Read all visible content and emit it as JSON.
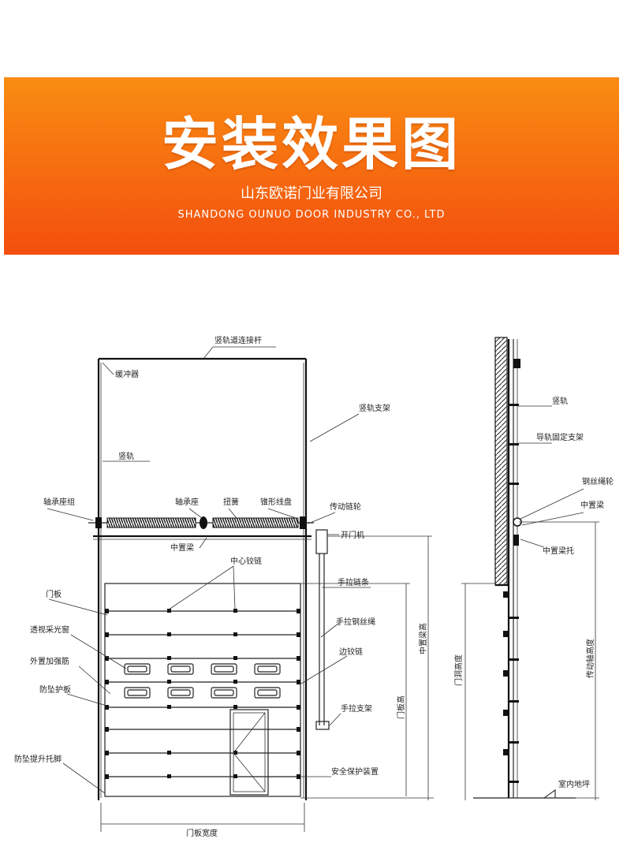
{
  "banner": {
    "title": "安装效果图",
    "company_cn": "山东欧诺门业有限公司",
    "company_en": "SHANDONG OUNUO DOOR INDUSTRY CO., LTD",
    "gradient_top": "#f98d12",
    "gradient_bottom": "#f34f0e"
  },
  "front_view": {
    "labels": {
      "vertical_track_connector": "竖轨道连接杆",
      "buffer": "缓冲器",
      "vertical_track_bracket": "竖轨支架",
      "vertical_track": "竖轨",
      "bearing_seat_group": "轴承座组",
      "bearing_seat": "轴承座",
      "torsion_spring": "扭簧",
      "cone_drum": "锥形线盘",
      "drive_sprocket": "传动链轮",
      "middle_beam": "中置梁",
      "door_opener": "开门机",
      "center_hinge": "中心铰链",
      "hand_chain": "手拉链条",
      "door_panel": "门板",
      "hand_wire_rope": "手拉钢丝绳",
      "window": "透视采光窗",
      "side_hinge": "边铰链",
      "reinforcement": "外置加强筋",
      "middle_beam_height": "中置梁高",
      "anti_fall_plate": "防坠护板",
      "door_panel_height": "门板高",
      "hand_pull_bracket": "手拉支架",
      "anti_fall_lift_foot": "防坠提升托脚",
      "safety_device": "安全保护装置",
      "door_panel_width": "门板宽度"
    }
  },
  "side_view": {
    "labels": {
      "vertical_track": "竖轨",
      "track_fixing_bracket": "导轨固定支架",
      "wire_rope_wheel": "钢丝绳轮",
      "middle_beam": "中置梁",
      "middle_beam_bracket": "中置梁托",
      "opening_height": "门洞高度",
      "drive_shaft_height": "传动轴高度",
      "indoor_floor": "室内地坪"
    }
  }
}
